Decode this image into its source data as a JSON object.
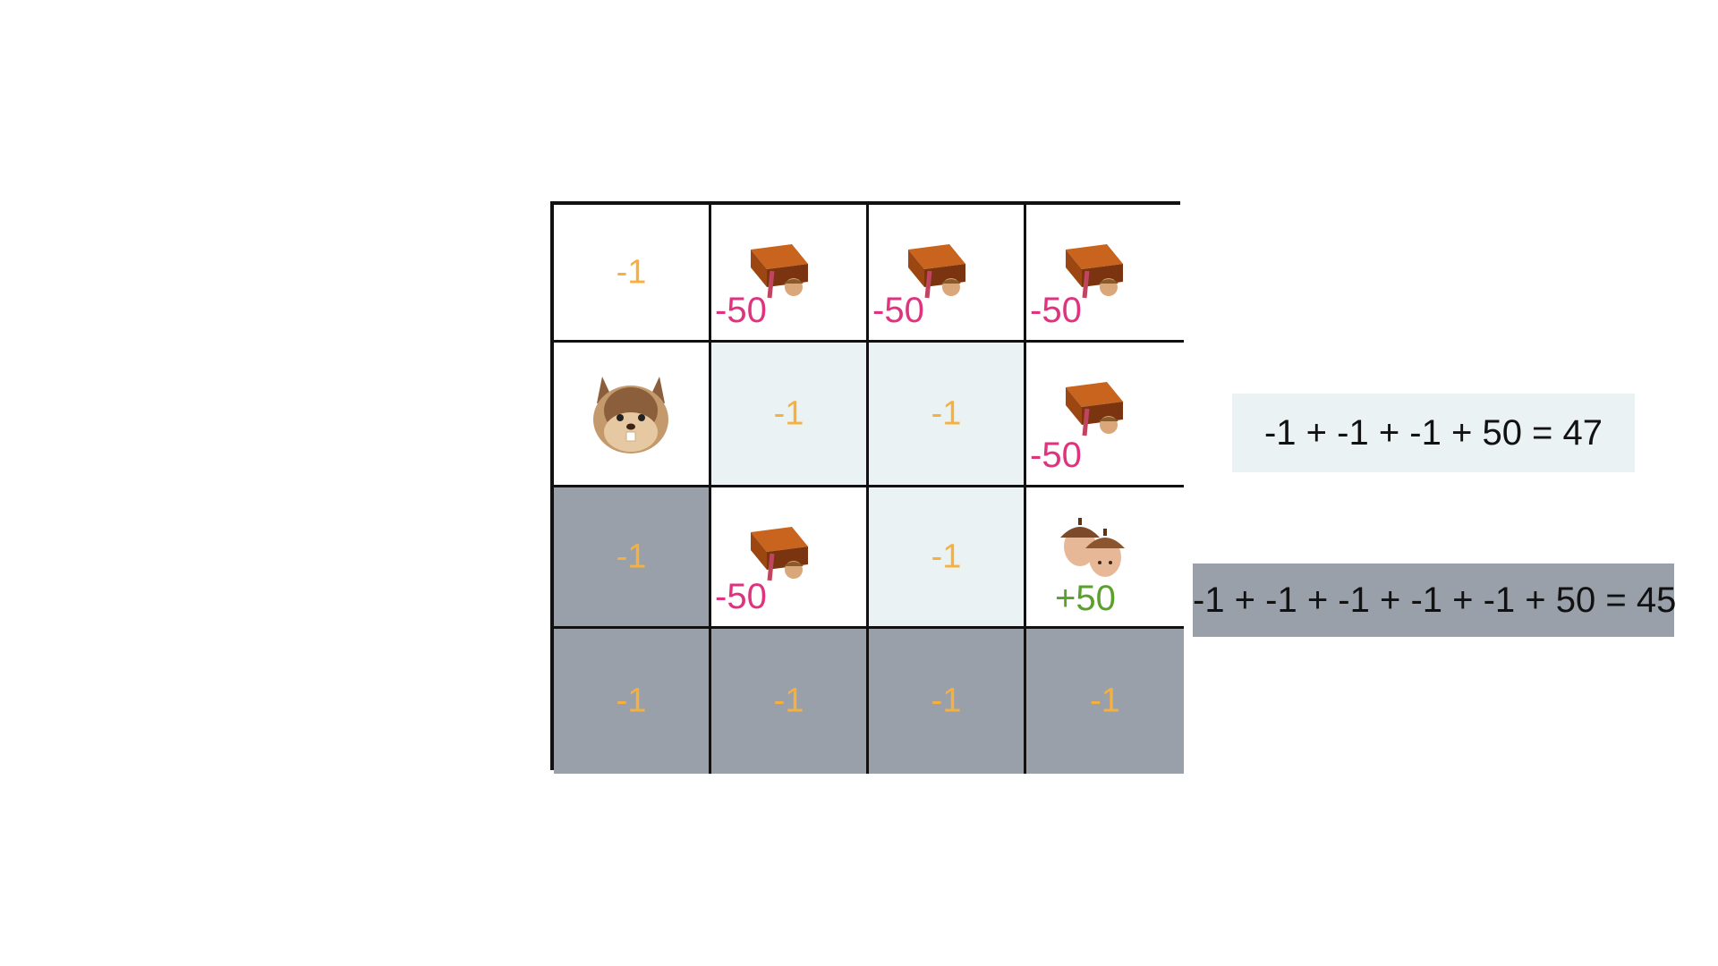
{
  "grid": {
    "cells": [
      {
        "shade": "white",
        "step": "-1"
      },
      {
        "shade": "white",
        "icon": "trap-icon",
        "penalty": "-50"
      },
      {
        "shade": "white",
        "icon": "trap-icon",
        "penalty": "-50"
      },
      {
        "shade": "white",
        "icon": "trap-icon",
        "penalty": "-50"
      },
      {
        "shade": "white",
        "icon": "squirrel-icon"
      },
      {
        "shade": "light",
        "step": "-1"
      },
      {
        "shade": "light",
        "step": "-1"
      },
      {
        "shade": "white",
        "icon": "trap-icon",
        "penalty": "-50"
      },
      {
        "shade": "gray",
        "step": "-1"
      },
      {
        "shade": "white",
        "icon": "trap-icon",
        "penalty": "-50"
      },
      {
        "shade": "light",
        "step": "-1"
      },
      {
        "shade": "white",
        "icon": "acorns-icon",
        "reward": "+50"
      },
      {
        "shade": "gray",
        "step": "-1"
      },
      {
        "shade": "gray",
        "step": "-1"
      },
      {
        "shade": "gray",
        "step": "-1"
      },
      {
        "shade": "gray",
        "step": "-1"
      }
    ]
  },
  "equations": {
    "short_path": "-1 + -1 + -1 + 50 = 47",
    "long_path": "-1 + -1 + -1 + -1 + -1 + 50 = 45"
  },
  "colors": {
    "step": "#f5b13f",
    "penalty": "#e0337e",
    "reward": "#5aa02c",
    "short_path_shade": "#eaf2f4",
    "long_path_shade": "#9aa0aa"
  }
}
